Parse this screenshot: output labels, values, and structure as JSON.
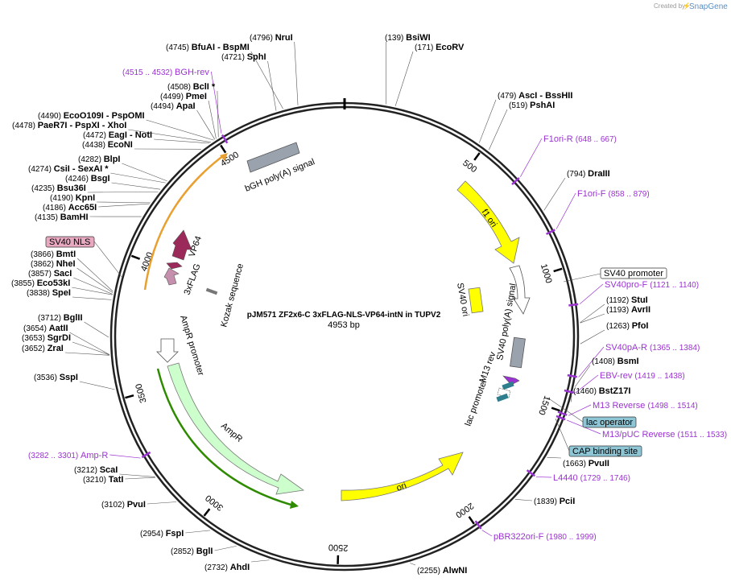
{
  "credit": {
    "prefix": "Created by",
    "brand": "SnapGene"
  },
  "plasmid": {
    "name": "pJM571 ZF2x6-C 3xFLAG-NLS-VP64-intN in TUPV2",
    "length_label": "4953 bp",
    "total_bp": 4953
  },
  "ticks": [
    {
      "bp": 500,
      "label": "500"
    },
    {
      "bp": 1000,
      "label": "1000"
    },
    {
      "bp": 1500,
      "label": "1500"
    },
    {
      "bp": 2000,
      "label": "2000"
    },
    {
      "bp": 2500,
      "label": "2500"
    },
    {
      "bp": 3000,
      "label": "3000"
    },
    {
      "bp": 3500,
      "label": "3500"
    },
    {
      "bp": 4000,
      "label": "4000"
    },
    {
      "bp": 4500,
      "label": "4500"
    }
  ],
  "sites": [
    {
      "id": "nrui",
      "name": "NruI",
      "pos": "(4796)",
      "bp": 4796,
      "side": "left",
      "row": 0
    },
    {
      "id": "bfuai",
      "name": "BfuAI",
      "pos": "(4745)",
      "bp": 4745,
      "side": "left",
      "row": 1,
      "sep": "-",
      "name2": "BspMI"
    },
    {
      "id": "sphi",
      "name": "SphI",
      "pos": "(4721)",
      "bp": 4721,
      "side": "left",
      "row": 2
    },
    {
      "id": "bcli",
      "name": "BclI *",
      "pos": "(4508)",
      "bp": 4508,
      "side": "left",
      "row": 4
    },
    {
      "id": "pmei",
      "name": "PmeI",
      "pos": "(4499)",
      "bp": 4499,
      "side": "left",
      "row": 5
    },
    {
      "id": "apai",
      "name": "ApaI",
      "pos": "(4494)",
      "bp": 4494,
      "side": "left",
      "row": 6
    },
    {
      "id": "ecoo109i",
      "name": "EcoO109I",
      "pos": "(4490)",
      "bp": 4490,
      "side": "left",
      "row": 7,
      "sep": "-",
      "name2": "PspOMI"
    },
    {
      "id": "paer7i",
      "name": "PaeR7I",
      "pos": "(4478)",
      "bp": 4478,
      "side": "left",
      "row": 8,
      "sep": "-",
      "name2": "PspXI",
      "sep2": "-",
      "name3": "XhoI"
    },
    {
      "id": "eagi",
      "name": "EagI",
      "pos": "(4472)",
      "bp": 4472,
      "side": "left",
      "row": 9,
      "sep": "-",
      "name2": "NotI"
    },
    {
      "id": "econi",
      "name": "EcoNI",
      "pos": "(4438)",
      "bp": 4438,
      "side": "left",
      "row": 10
    },
    {
      "id": "blpi",
      "name": "BlpI",
      "pos": "(4282)",
      "bp": 4282,
      "side": "left",
      "row": 11
    },
    {
      "id": "csii",
      "name": "CsiI",
      "pos": "(4274)",
      "bp": 4274,
      "side": "left",
      "row": 12,
      "sep": "-",
      "name2": "SexAI *"
    },
    {
      "id": "bsgi",
      "name": "BsgI",
      "pos": "(4246)",
      "bp": 4246,
      "side": "left",
      "row": 13
    },
    {
      "id": "bsu36i",
      "name": "Bsu36I",
      "pos": "(4235)",
      "bp": 4235,
      "side": "left",
      "row": 14
    },
    {
      "id": "kpni",
      "name": "KpnI",
      "pos": "(4190)",
      "bp": 4190,
      "side": "left",
      "row": 15
    },
    {
      "id": "acc65i",
      "name": "Acc65I",
      "pos": "(4186)",
      "bp": 4186,
      "side": "left",
      "row": 16
    },
    {
      "id": "bamhi",
      "name": "BamHI",
      "pos": "(4135)",
      "bp": 4135,
      "side": "left",
      "row": 17
    },
    {
      "id": "bmti",
      "name": "BmtI",
      "pos": "(3866)",
      "bp": 3866,
      "side": "left",
      "row": 18
    },
    {
      "id": "nhei",
      "name": "NheI",
      "pos": "(3862)",
      "bp": 3862,
      "side": "left",
      "row": 19
    },
    {
      "id": "saci",
      "name": "SacI",
      "pos": "(3857)",
      "bp": 3857,
      "side": "left",
      "row": 20
    },
    {
      "id": "eco53ki",
      "name": "Eco53kI",
      "pos": "(3855)",
      "bp": 3855,
      "side": "left",
      "row": 21
    },
    {
      "id": "spei",
      "name": "SpeI",
      "pos": "(3838)",
      "bp": 3838,
      "side": "left",
      "row": 22
    },
    {
      "id": "bglii",
      "name": "BglII",
      "pos": "(3712)",
      "bp": 3712,
      "side": "left",
      "row": 23
    },
    {
      "id": "aatii",
      "name": "AatII",
      "pos": "(3654)",
      "bp": 3654,
      "side": "left",
      "row": 24
    },
    {
      "id": "sgrdi",
      "name": "SgrDI",
      "pos": "(3653)",
      "bp": 3653,
      "side": "left",
      "row": 25
    },
    {
      "id": "zrai",
      "name": "ZraI",
      "pos": "(3652)",
      "bp": 3652,
      "side": "left",
      "row": 26
    },
    {
      "id": "sspi",
      "name": "SspI",
      "pos": "(3536)",
      "bp": 3536,
      "side": "left",
      "row": 27
    },
    {
      "id": "scai",
      "name": "ScaI",
      "pos": "(3212)",
      "bp": 3212,
      "side": "left",
      "row": 28
    },
    {
      "id": "tati",
      "name": "TatI",
      "pos": "(3210)",
      "bp": 3210,
      "side": "left",
      "row": 29
    },
    {
      "id": "pvui",
      "name": "PvuI",
      "pos": "(3102)",
      "bp": 3102,
      "side": "left",
      "row": 30
    },
    {
      "id": "fspi",
      "name": "FspI",
      "pos": "(2954)",
      "bp": 2954,
      "side": "left",
      "row": 31
    },
    {
      "id": "bgli",
      "name": "BglI",
      "pos": "(2852)",
      "bp": 2852,
      "side": "left",
      "row": 32
    },
    {
      "id": "ahdi",
      "name": "AhdI",
      "pos": "(2732)",
      "bp": 2732,
      "side": "left",
      "row": 33
    },
    {
      "id": "bsiwi",
      "name": "BsiWI",
      "pos": "(139)",
      "bp": 139,
      "side": "right",
      "row": 0
    },
    {
      "id": "ecorv",
      "name": "EcoRV",
      "pos": "(171)",
      "bp": 171,
      "side": "right",
      "row": 1
    },
    {
      "id": "asci",
      "name": "AscI",
      "pos": "(479)",
      "bp": 479,
      "side": "right",
      "row": 2,
      "sep": "-",
      "name2": "BssHII"
    },
    {
      "id": "pshai",
      "name": "PshAI",
      "pos": "(519)",
      "bp": 519,
      "side": "right",
      "row": 3
    },
    {
      "id": "draiii",
      "name": "DraIII",
      "pos": "(794)",
      "bp": 794,
      "side": "right",
      "row": 4
    },
    {
      "id": "stui",
      "name": "StuI",
      "pos": "(1192)",
      "bp": 1192,
      "side": "right",
      "row": 5
    },
    {
      "id": "avrii",
      "name": "AvrII",
      "pos": "(1193)",
      "bp": 1193,
      "side": "right",
      "row": 6
    },
    {
      "id": "pfoi",
      "name": "PfoI",
      "pos": "(1263)",
      "bp": 1263,
      "side": "right",
      "row": 7
    },
    {
      "id": "bsmi",
      "name": "BsmI",
      "pos": "(1408)",
      "bp": 1408,
      "side": "right",
      "row": 8
    },
    {
      "id": "bstz17i",
      "name": "BstZ17I",
      "pos": "(1460)",
      "bp": 1460,
      "side": "right",
      "row": 9
    },
    {
      "id": "pvuii",
      "name": "PvuII",
      "pos": "(1663)",
      "bp": 1663,
      "side": "right",
      "row": 10
    },
    {
      "id": "pcii",
      "name": "PciI",
      "pos": "(1839)",
      "bp": 1839,
      "side": "right",
      "row": 11
    },
    {
      "id": "alwni",
      "name": "AlwNI",
      "pos": "(2255)",
      "bp": 2255,
      "side": "right",
      "row": 12
    }
  ],
  "primers": [
    {
      "id": "bgh-rev",
      "name": "BGH-rev",
      "pos": "(4515 .. 4532)",
      "bp": 4523
    },
    {
      "id": "f1ori-r",
      "name": "F1ori-R",
      "pos": "(648 .. 667)",
      "bp": 657
    },
    {
      "id": "f1ori-f",
      "name": "F1ori-F",
      "pos": "(858 .. 879)",
      "bp": 868
    },
    {
      "id": "sv40pro-f",
      "name": "SV40pro-F",
      "pos": "(1121 .. 1140)",
      "bp": 1130
    },
    {
      "id": "sv40pa-r",
      "name": "SV40pA-R",
      "pos": "(1365 .. 1384)",
      "bp": 1374
    },
    {
      "id": "ebv-rev",
      "name": "EBV-rev",
      "pos": "(1419 .. 1438)",
      "bp": 1428
    },
    {
      "id": "m13-reverse",
      "name": "M13 Reverse",
      "pos": "(1498 .. 1514)",
      "bp": 1506
    },
    {
      "id": "m13puc-reverse",
      "name": "M13/pUC Reverse",
      "pos": "(1511 .. 1533)",
      "bp": 1522
    },
    {
      "id": "l4440",
      "name": "L4440",
      "pos": "(1729 .. 1746)",
      "bp": 1737
    },
    {
      "id": "pbr322ori-f",
      "name": "pBR322ori-F",
      "pos": "(1980 .. 1999)",
      "bp": 1990
    },
    {
      "id": "amp-r",
      "name": "Amp-R",
      "pos": "(3282 .. 3301)",
      "bp": 3291
    }
  ],
  "boxed_features": [
    {
      "id": "sv40-nls",
      "label": "SV40 NLS",
      "color": "#e8a8c0"
    },
    {
      "id": "sv40-promoter",
      "label": "SV40 promoter",
      "color": "#ffffff"
    },
    {
      "id": "lac-operator",
      "label": "lac operator",
      "color": "#8fc6d6"
    },
    {
      "id": "cap-binding-site",
      "label": "CAP binding site",
      "color": "#8fc6d6"
    }
  ],
  "features": [
    {
      "id": "bgh-polya",
      "label": "bGH poly(A) signal",
      "color": "#9aa3ad"
    },
    {
      "id": "f1-ori",
      "label": "f1 ori",
      "color": "#ffff00"
    },
    {
      "id": "sv40-polya",
      "label": "SV40 poly(A) signal",
      "color": "#9aa3ad"
    },
    {
      "id": "sv40-ori",
      "label": "SV40 ori",
      "color": "#ffff00"
    },
    {
      "id": "m13-rev",
      "label": "M13 rev",
      "color": "#9b32d2"
    },
    {
      "id": "lac-promoter",
      "label": "lac promoter",
      "color": "#ffffff"
    },
    {
      "id": "ori",
      "label": "ori",
      "color": "#ffff00"
    },
    {
      "id": "ampr",
      "label": "AmpR",
      "color": "#ccffcc"
    },
    {
      "id": "ampr-promoter",
      "label": "AmpR promoter",
      "color": "#ffffff"
    },
    {
      "id": "kozak",
      "label": "Kozak sequence",
      "color": "#777777"
    },
    {
      "id": "vp64",
      "label": "VP64",
      "color": "#9b2a5a"
    },
    {
      "id": "3xflag",
      "label": "3xFLAG",
      "color": "#c78fae"
    }
  ]
}
